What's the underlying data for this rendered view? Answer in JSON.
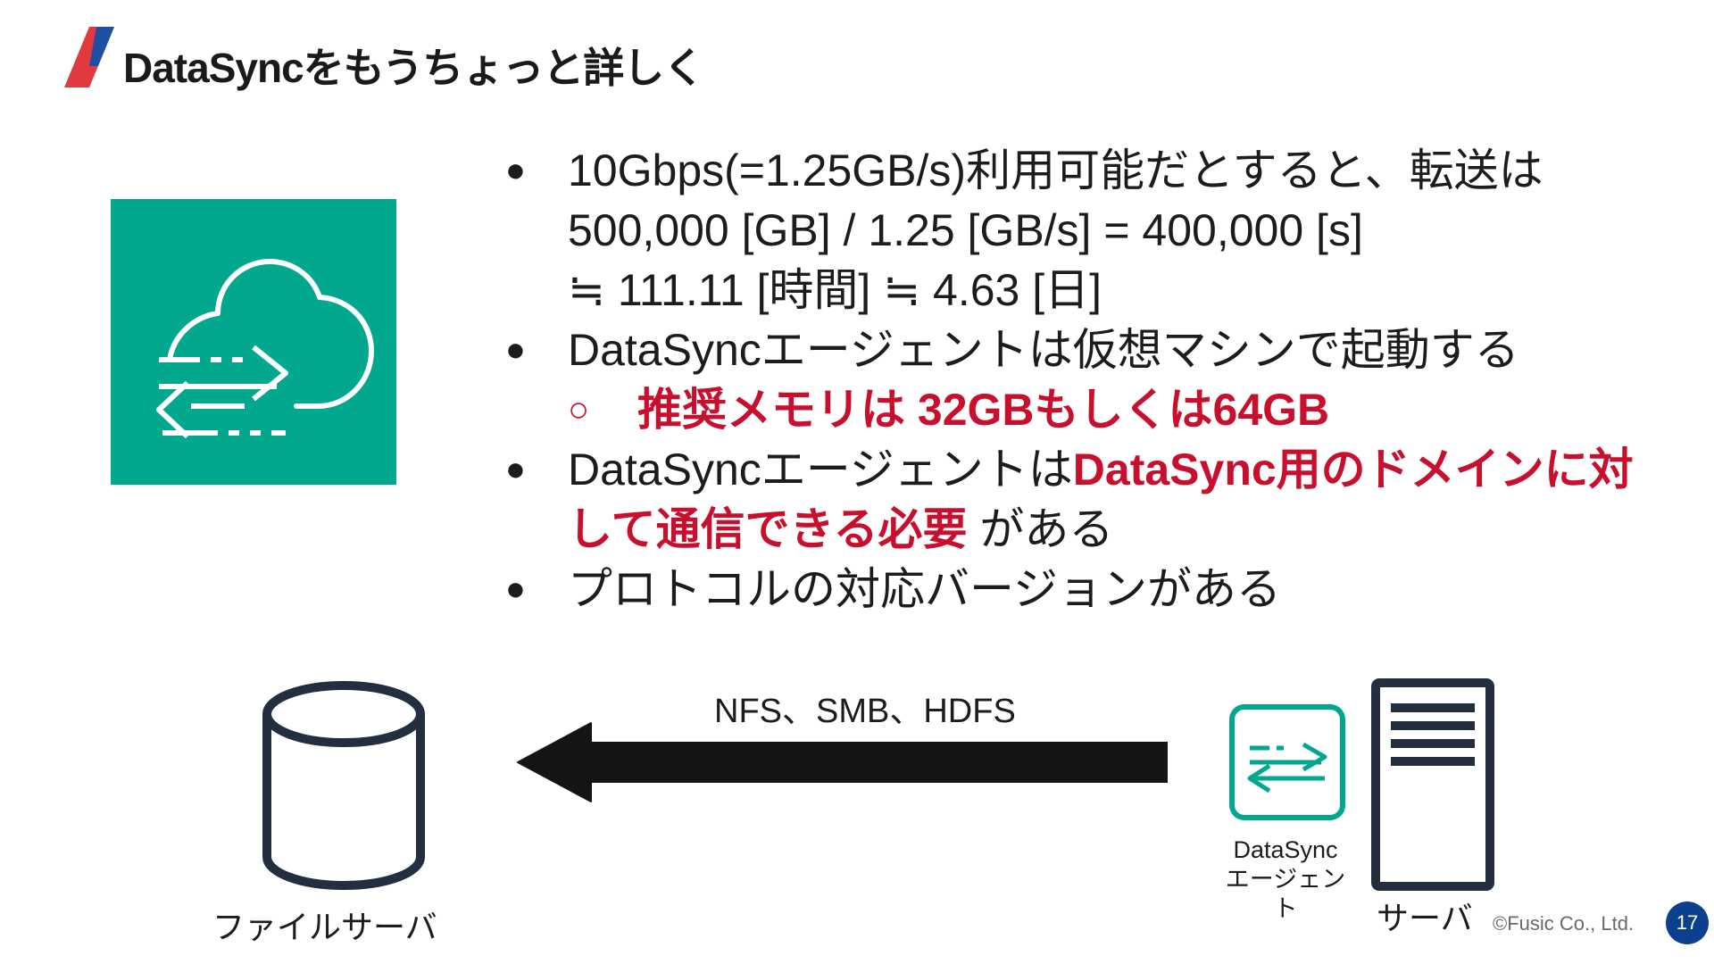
{
  "slide": {
    "title": "DataSyncをもうちょっと詳しく",
    "accent_colors": {
      "slash_red": "#e03a3e",
      "slash_blue": "#1f4fa3",
      "highlight_red": "#c8102e",
      "aws_green": "#01a88d"
    }
  },
  "hero": {
    "icon": "datasync-cloud-transfer-icon"
  },
  "bullets": {
    "b1": {
      "marker": "●",
      "line1": "10Gbps(=1.25GB/s)利用可能だとすると、転送は",
      "line2": "500,000 [GB] / 1.25 [GB/s] = 400,000 [s]",
      "line3": "≒ 111.11 [時間] ≒ 4.63 [日]"
    },
    "b2": {
      "marker": "●",
      "text": "DataSyncエージェントは仮想マシンで起動する",
      "sub_marker": "○",
      "sub_text": "推奨メモリは 32GBもしくは64GB"
    },
    "b3": {
      "marker": "●",
      "prefix": "DataSyncエージェントは",
      "highlight_line1": "DataSync用のドメインに対",
      "highlight_line2": "して通信できる必要",
      "suffix": " がある"
    },
    "b4": {
      "marker": "●",
      "text": "プロトコルの対応バージョンがある"
    }
  },
  "diagram": {
    "file_server_label": "ファイルサーバ",
    "protocol_label": "NFS、SMB、HDFS",
    "agent_label_line1": "DataSync",
    "agent_label_line2": "エージェント",
    "server_label": "サーバ"
  },
  "footer": {
    "copyright": "©Fusic Co., Ltd.",
    "page_number": "17"
  }
}
